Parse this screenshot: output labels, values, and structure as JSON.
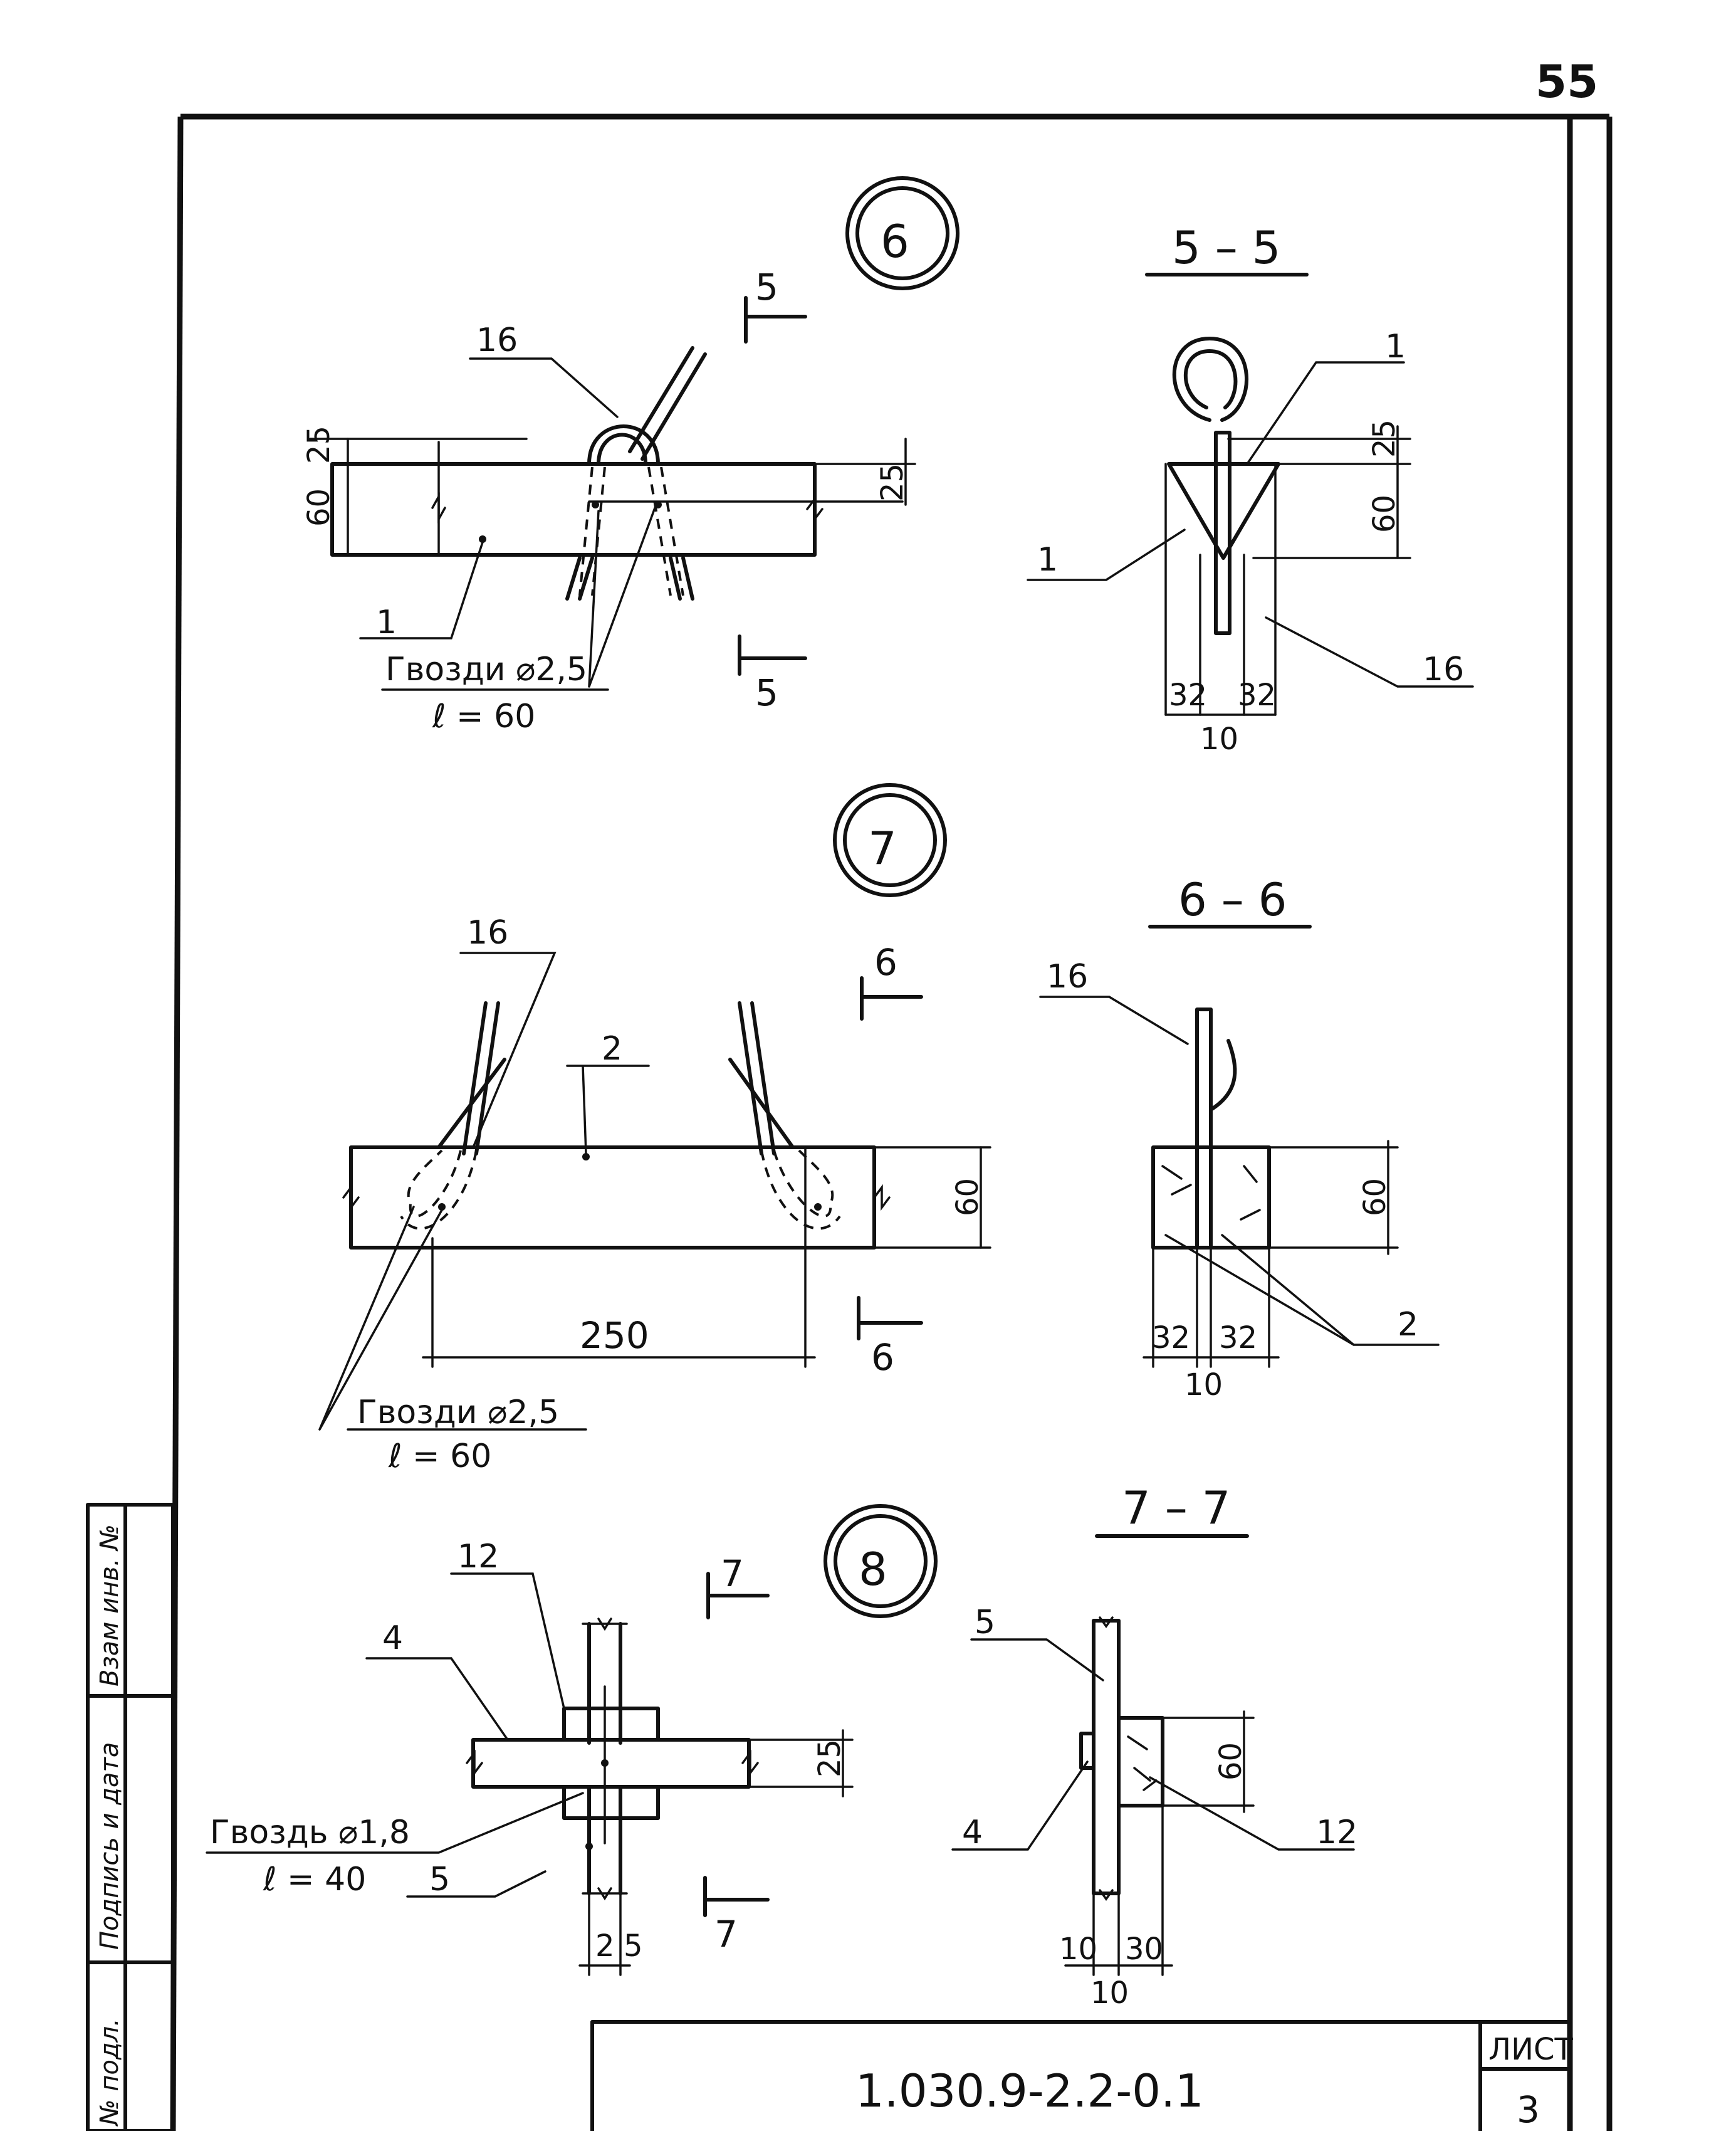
{
  "page_number": "55",
  "sheet_code": "1.030.9-2.2-0.1",
  "title_block": {
    "sheet_label": "ЛИСТ",
    "sheet_value": "3"
  },
  "stamp_fields": [
    "№ подл.",
    "Подпись и дата",
    "Взам инв. №"
  ],
  "nodes": [
    {
      "number": "6",
      "section_mark": "5",
      "callouts": {
        "rope": "16",
        "part": "1"
      },
      "nails": {
        "line1": "Гвозди ⌀2,5",
        "line2": "ℓ = 60"
      },
      "dims": {
        "top": "25",
        "height": "60",
        "right": "25"
      }
    },
    {
      "number": "7",
      "section_mark": "6",
      "callouts": {
        "rope": "16",
        "part": "2"
      },
      "nails": {
        "line1": "Гвозди ⌀2,5",
        "line2": "ℓ = 60"
      },
      "dims": {
        "height": "60",
        "length": "250"
      }
    },
    {
      "number": "8",
      "section_mark": "7",
      "callouts": {
        "c12": "12",
        "c4": "4",
        "c5": "5"
      },
      "nails": {
        "line1": "Гвоздь ⌀1,8",
        "line2": "ℓ = 40"
      },
      "dims": {
        "right": "25",
        "bot_a": "2",
        "bot_b": "5"
      }
    }
  ],
  "sections": [
    {
      "title": "5 – 5",
      "callouts": {
        "top": "1",
        "left": "1",
        "right": "16"
      },
      "dims": {
        "top": "25",
        "height": "60",
        "left": "32",
        "right": "32",
        "bottom": "10"
      }
    },
    {
      "title": "6 – 6",
      "callouts": {
        "rope": "16",
        "part": "2"
      },
      "dims": {
        "height": "60",
        "left": "32",
        "right": "32",
        "bottom": "10"
      }
    },
    {
      "title": "7 – 7",
      "callouts": {
        "c5": "5",
        "c4": "4",
        "c12": "12"
      },
      "dims": {
        "height": "60",
        "left": "10",
        "right": "30",
        "bottom": "10"
      }
    }
  ]
}
